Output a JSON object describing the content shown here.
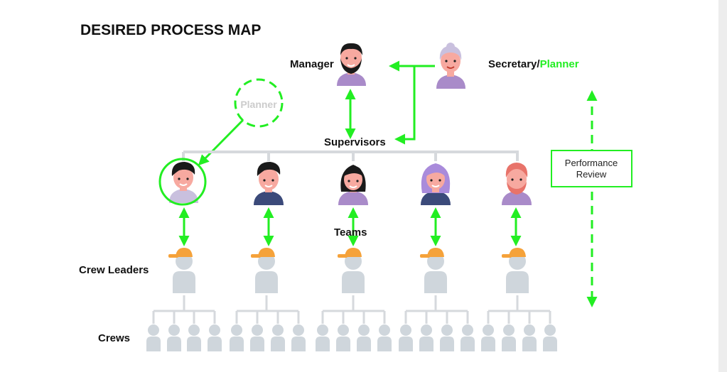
{
  "title": "DESIRED PROCESS MAP",
  "labels": {
    "manager": "Manager",
    "secretary": "Secretary/",
    "secretary_planner": "Planner",
    "planner_circle": "Planner",
    "supervisors": "Supervisors",
    "teams": "Teams",
    "crew_leaders": "Crew Leaders",
    "crews": "Crews",
    "performance_review_line1": "Performance",
    "performance_review_line2": "Review"
  },
  "colors": {
    "accent_green": "#22ee22",
    "tree_gray": "#d6d9dd",
    "person_gray": "#cfd6dc",
    "cap_orange": "#f5a23a",
    "skin": "#f7a9a0",
    "purple_shirt": "#a98bc9",
    "navy_shirt": "#3b4a7a"
  },
  "icons": {
    "manager_avatar": "bearded-man-avatar",
    "secretary_avatar": "elderly-woman-avatar",
    "supervisor_avatars": [
      "boy-avatar",
      "man-avatar",
      "woman-avatar",
      "purple-hair-woman-avatar",
      "red-hair-man-avatar"
    ],
    "crew_leader": "cap-person-icon",
    "crew_member": "person-icon"
  }
}
